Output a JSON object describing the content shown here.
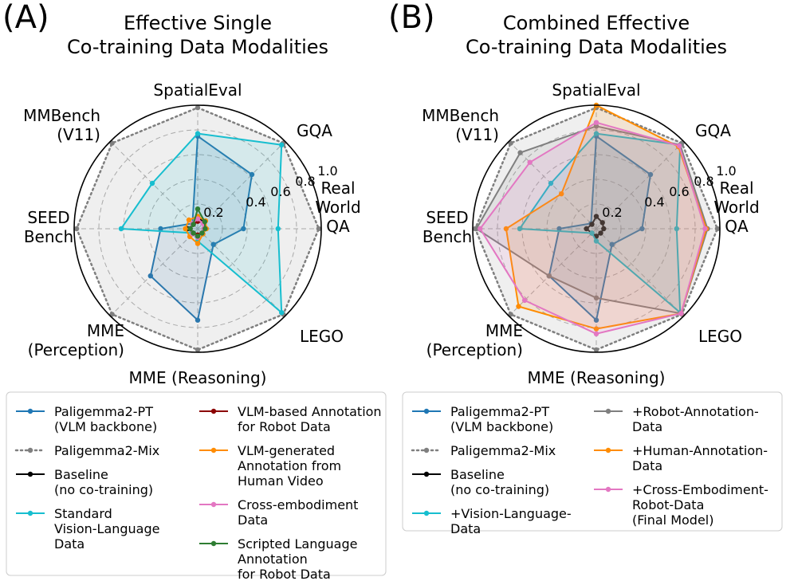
{
  "chart_data": [
    {
      "panel_label": "(A)",
      "title": "Effective Single\nCo-training Data Modalities",
      "type": "radar",
      "axes": [
        "SpatialEval",
        "GQA",
        "Real\nWorld\nQA",
        "LEGO",
        "MME (Reasoning)",
        "MME\n(Perception)",
        "SEED\nBench",
        "MMBench\n(V11)"
      ],
      "rlim": [
        0,
        1.0
      ],
      "rticks": [
        "0.2",
        "0.4",
        "0.6",
        "0.8",
        "1.0"
      ],
      "grid": true,
      "series": [
        {
          "name": "Paligemma2-PT\n(VLM backbone)",
          "color": "#1f77b4",
          "style": "solid",
          "fill": true,
          "values": [
            0.75,
            0.62,
            0.37,
            0.18,
            0.74,
            0.54,
            0.3,
            0.06
          ]
        },
        {
          "name": "Paligemma2-Mix",
          "color": "#7f7f7f",
          "style": "dotted",
          "fill": true,
          "values": [
            0.98,
            0.98,
            0.98,
            0.98,
            0.98,
            0.98,
            0.98,
            0.98
          ]
        },
        {
          "name": "Baseline\n(no co-training)",
          "color": "#000000",
          "style": "solid",
          "fill": false,
          "values": [
            0.1,
            0.07,
            0.06,
            0.05,
            0.06,
            0.05,
            0.08,
            0.05
          ]
        },
        {
          "name": "Standard\nVision-Language\nData",
          "color": "#17becf",
          "style": "solid",
          "fill": true,
          "values": [
            0.77,
            0.96,
            0.65,
            0.96,
            0.1,
            0.05,
            0.62,
            0.52
          ]
        },
        {
          "name": "VLM-based Annotation\nfor Robot Data",
          "color": "#8b0000",
          "style": "solid",
          "fill": false,
          "values": [
            0.06,
            0.07,
            0.05,
            0.05,
            0.05,
            0.05,
            0.06,
            0.05
          ]
        },
        {
          "name": "VLM-generated\nAnnotation from\nHuman Video",
          "color": "#ff8c00",
          "style": "solid",
          "fill": false,
          "values": [
            0.1,
            0.09,
            0.07,
            0.06,
            0.12,
            0.09,
            0.1,
            0.1
          ]
        },
        {
          "name": "Cross-embodiment\nData",
          "color": "#e377c2",
          "style": "solid",
          "fill": false,
          "values": [
            0.08,
            0.06,
            0.05,
            0.05,
            0.07,
            0.06,
            0.06,
            0.06
          ]
        },
        {
          "name": "Scripted Language\nAnnotation\nfor Robot Data",
          "color": "#2e7d32",
          "style": "solid",
          "fill": false,
          "values": [
            0.16,
            0.08,
            0.06,
            0.05,
            0.06,
            0.05,
            0.06,
            0.05
          ]
        }
      ]
    },
    {
      "panel_label": "(B)",
      "title": "Combined Effective\nCo-training Data Modalities",
      "type": "radar",
      "axes": [
        "SpatialEval",
        "GQA",
        "Real\nWorld\nQA",
        "LEGO",
        "MME (Reasoning)",
        "MME\n(Perception)",
        "SEED\nBench",
        "MMBench\n(V11)"
      ],
      "rlim": [
        0,
        1.0
      ],
      "rticks": [
        "0.2",
        "0.4",
        "0.6",
        "0.8",
        "1.0"
      ],
      "grid": true,
      "series": [
        {
          "name": "Paligemma2-PT\n(VLM backbone)",
          "color": "#1f77b4",
          "style": "solid",
          "fill": true,
          "values": [
            0.75,
            0.62,
            0.37,
            0.18,
            0.74,
            0.54,
            0.3,
            0.06
          ]
        },
        {
          "name": "Paligemma2-Mix",
          "color": "#7f7f7f",
          "style": "dotted",
          "fill": true,
          "values": [
            0.98,
            0.98,
            0.98,
            0.98,
            0.98,
            0.98,
            0.98,
            0.98
          ]
        },
        {
          "name": "Baseline\n(no co-training)",
          "color": "#000000",
          "style": "solid",
          "fill": false,
          "values": [
            0.1,
            0.07,
            0.06,
            0.05,
            0.06,
            0.05,
            0.08,
            0.05
          ]
        },
        {
          "name": "+Vision-Language-\nData",
          "color": "#17becf",
          "style": "solid",
          "fill": true,
          "values": [
            0.77,
            0.96,
            0.65,
            0.96,
            0.1,
            0.05,
            0.62,
            0.52
          ]
        },
        {
          "name": "+Robot-Annotation-\nData",
          "color": "#7f7f7f",
          "style": "solid",
          "fill": true,
          "values": [
            0.83,
            0.96,
            0.9,
            0.97,
            0.56,
            0.54,
            0.97,
            0.87
          ]
        },
        {
          "name": "+Human-Annotation-\nData",
          "color": "#ff8c00",
          "style": "solid",
          "fill": true,
          "values": [
            1.0,
            0.94,
            0.89,
            0.97,
            0.81,
            0.89,
            0.73,
            0.4
          ]
        },
        {
          "name": "+Cross-Embodiment-\nRobot-Data\n(Final Model)",
          "color": "#e377c2",
          "style": "solid",
          "fill": true,
          "values": [
            0.86,
            0.95,
            0.88,
            0.97,
            0.85,
            0.82,
            0.94,
            0.76
          ]
        }
      ]
    }
  ]
}
